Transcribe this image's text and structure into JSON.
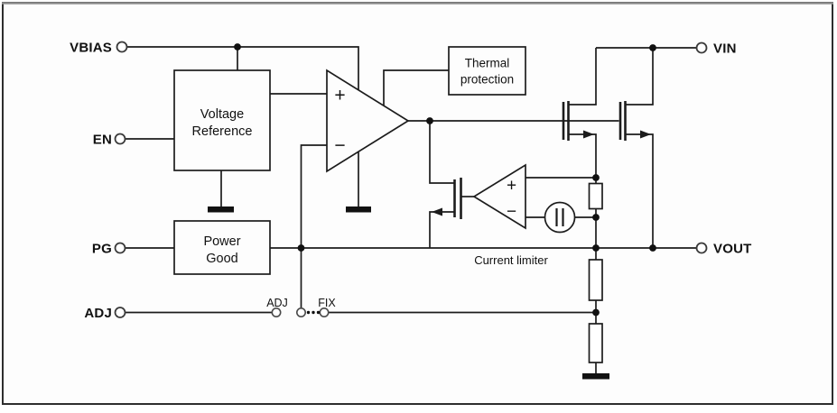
{
  "diagram": {
    "description": "LDO regulator functional block diagram",
    "colors": {
      "line": "#1c1c1c",
      "background": "#fdfdfd",
      "text": "#111111"
    },
    "pins": {
      "vbias": "VBIAS",
      "en": "EN",
      "pg": "PG",
      "adj": "ADJ",
      "vin": "VIN",
      "vout": "VOUT"
    },
    "blocks": {
      "voltage_reference": {
        "line1": "Voltage",
        "line2": "Reference"
      },
      "power_good": {
        "line1": "Power",
        "line2": "Good"
      },
      "thermal_protection": {
        "line1": "Thermal",
        "line2": "protection"
      }
    },
    "labels": {
      "current_limiter": "Current limiter",
      "adj_option": "ADJ",
      "fix_option": "FIX"
    },
    "error_amp": {
      "plus": "+",
      "minus": "−"
    },
    "current_limit_amp": {
      "plus": "+",
      "minus": "−"
    },
    "icons": {
      "current_source": "parallel-bars-circle",
      "ground": "solid-bar",
      "terminal": "open-circle"
    }
  }
}
